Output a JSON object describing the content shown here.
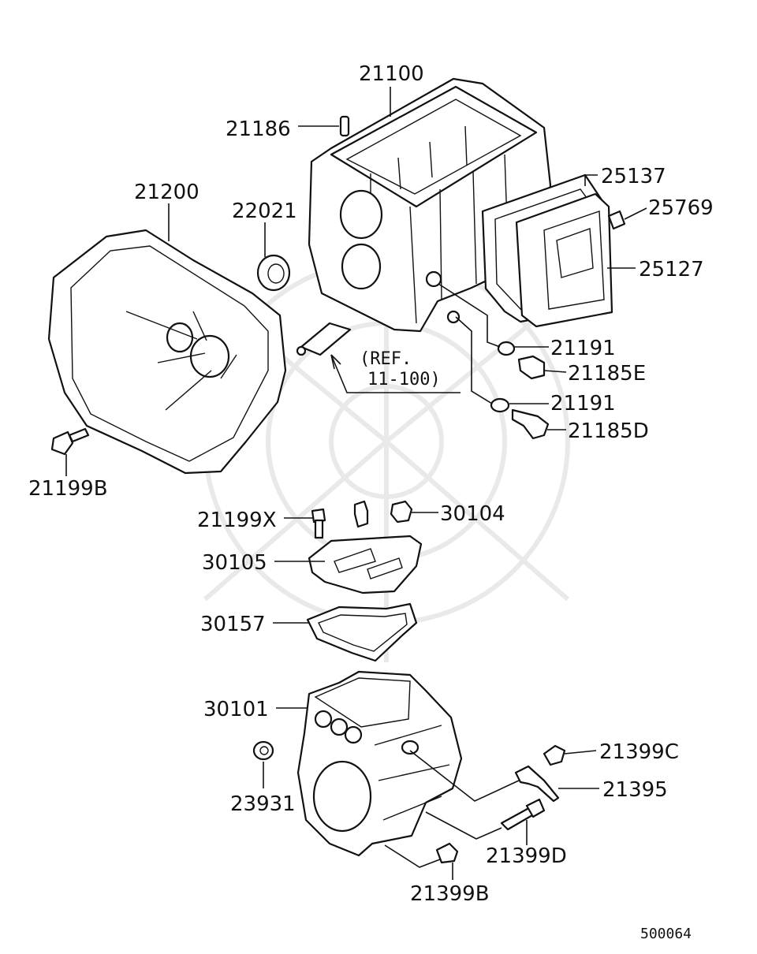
{
  "labels": {
    "p21100": "21100",
    "p21186": "21186",
    "p21200": "21200",
    "p22021": "22021",
    "p25137": "25137",
    "p25769": "25769",
    "p25127": "25127",
    "p21191a": "21191",
    "p21185E": "21185E",
    "p21191b": "21191",
    "p21185D": "21185D",
    "p21199B": "21199B",
    "p21199X": "21199X",
    "p30104": "30104",
    "p30105": "30105",
    "p30157": "30157",
    "p30101": "30101",
    "p23931": "23931",
    "p21399C": "21399C",
    "p21395": "21395",
    "p21399D": "21399D",
    "p21399B": "21399B"
  },
  "reference": {
    "line1": "(REF.",
    "line2": "11-100)"
  },
  "figure_number": "500064"
}
